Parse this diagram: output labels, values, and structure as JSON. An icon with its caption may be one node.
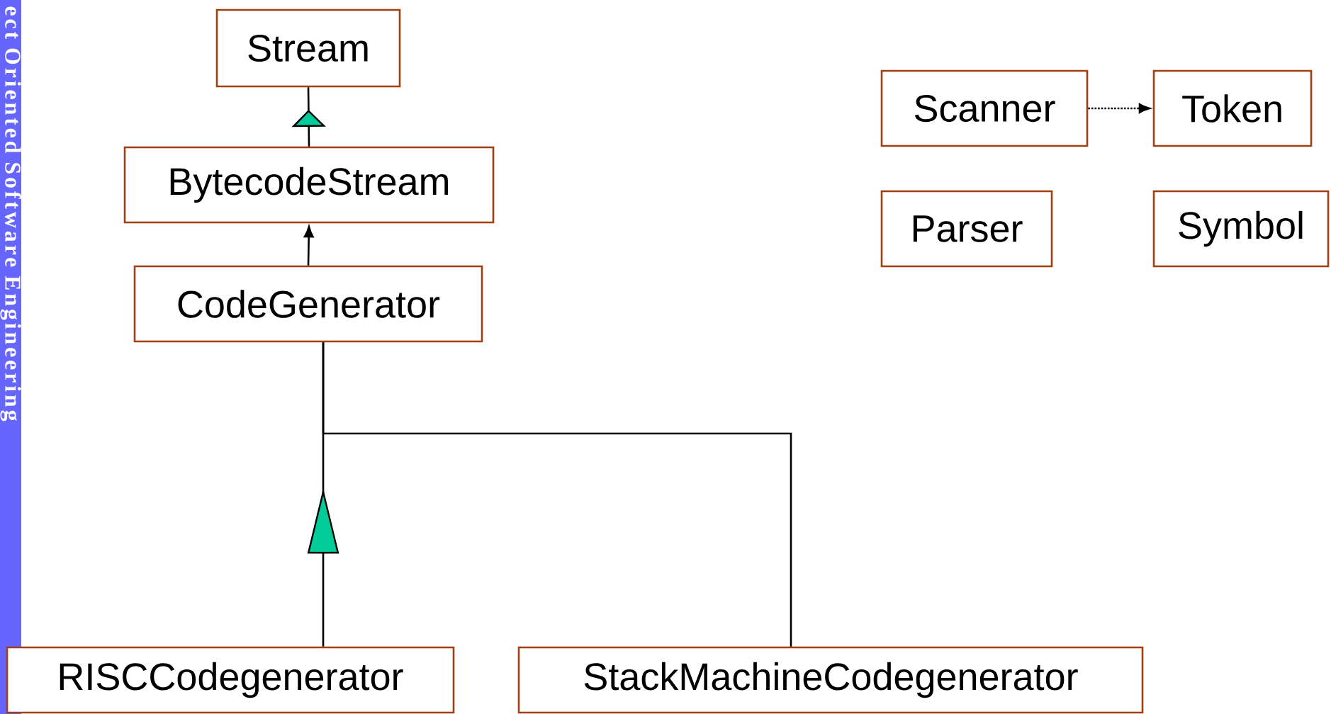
{
  "diagram": {
    "nodes": [
      {
        "text": [
          "Stream"
        ]
      },
      {
        "text": [
          "BytecodeStream"
        ]
      },
      {
        "text": [
          "CodeGenerator"
        ]
      },
      {
        "text": [
          "Scanner"
        ]
      },
      {
        "text": [
          "Token"
        ]
      },
      {
        "text": [
          "Parser"
        ]
      },
      {
        "text": [
          "Symbol"
        ]
      },
      {
        "text": [
          "RISCCodegenerator"
        ]
      },
      {
        "text": [
          "StackMachineCodegenerator"
        ]
      }
    ],
    "edges": [
      {
        "from": 1,
        "to": 0,
        "arrow": "to"
      },
      {
        "from": 2,
        "to": 1,
        "arrow": "to"
      },
      {
        "from": 3,
        "to": 4,
        "arrow": "to",
        "style": "dashed"
      },
      {
        "from": 7,
        "to": 2,
        "arrow": "to"
      },
      {
        "from": 8,
        "to": 2,
        "arrow": "none"
      }
    ],
    "labels": [
      "ect Oriented Software Engineering"
    ]
  }
}
